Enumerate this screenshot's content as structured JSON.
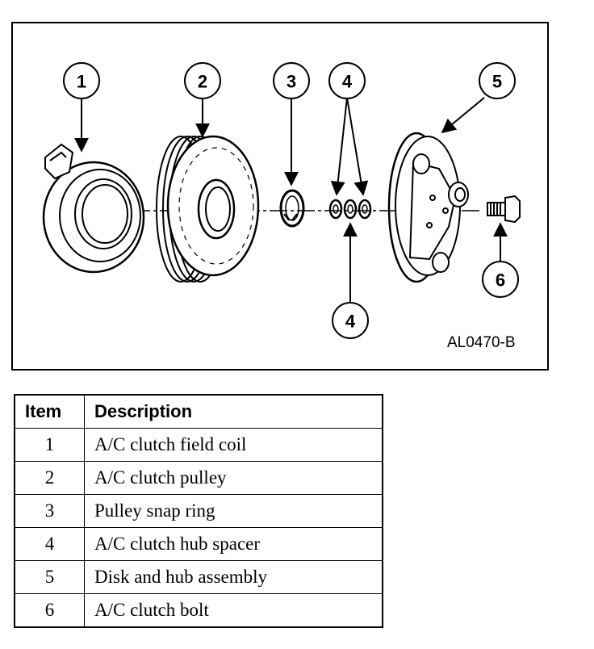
{
  "diagram": {
    "figure_code": "AL0470-B",
    "callouts": [
      "1",
      "2",
      "3",
      "4",
      "4",
      "5",
      "6"
    ]
  },
  "table": {
    "headers": {
      "item": "Item",
      "description": "Description"
    },
    "rows": [
      {
        "item": "1",
        "description": "A/C clutch field coil"
      },
      {
        "item": "2",
        "description": "A/C clutch pulley"
      },
      {
        "item": "3",
        "description": "Pulley snap ring"
      },
      {
        "item": "4",
        "description": "A/C clutch hub spacer"
      },
      {
        "item": "5",
        "description": "Disk and hub assembly"
      },
      {
        "item": "6",
        "description": "A/C clutch bolt"
      }
    ]
  }
}
